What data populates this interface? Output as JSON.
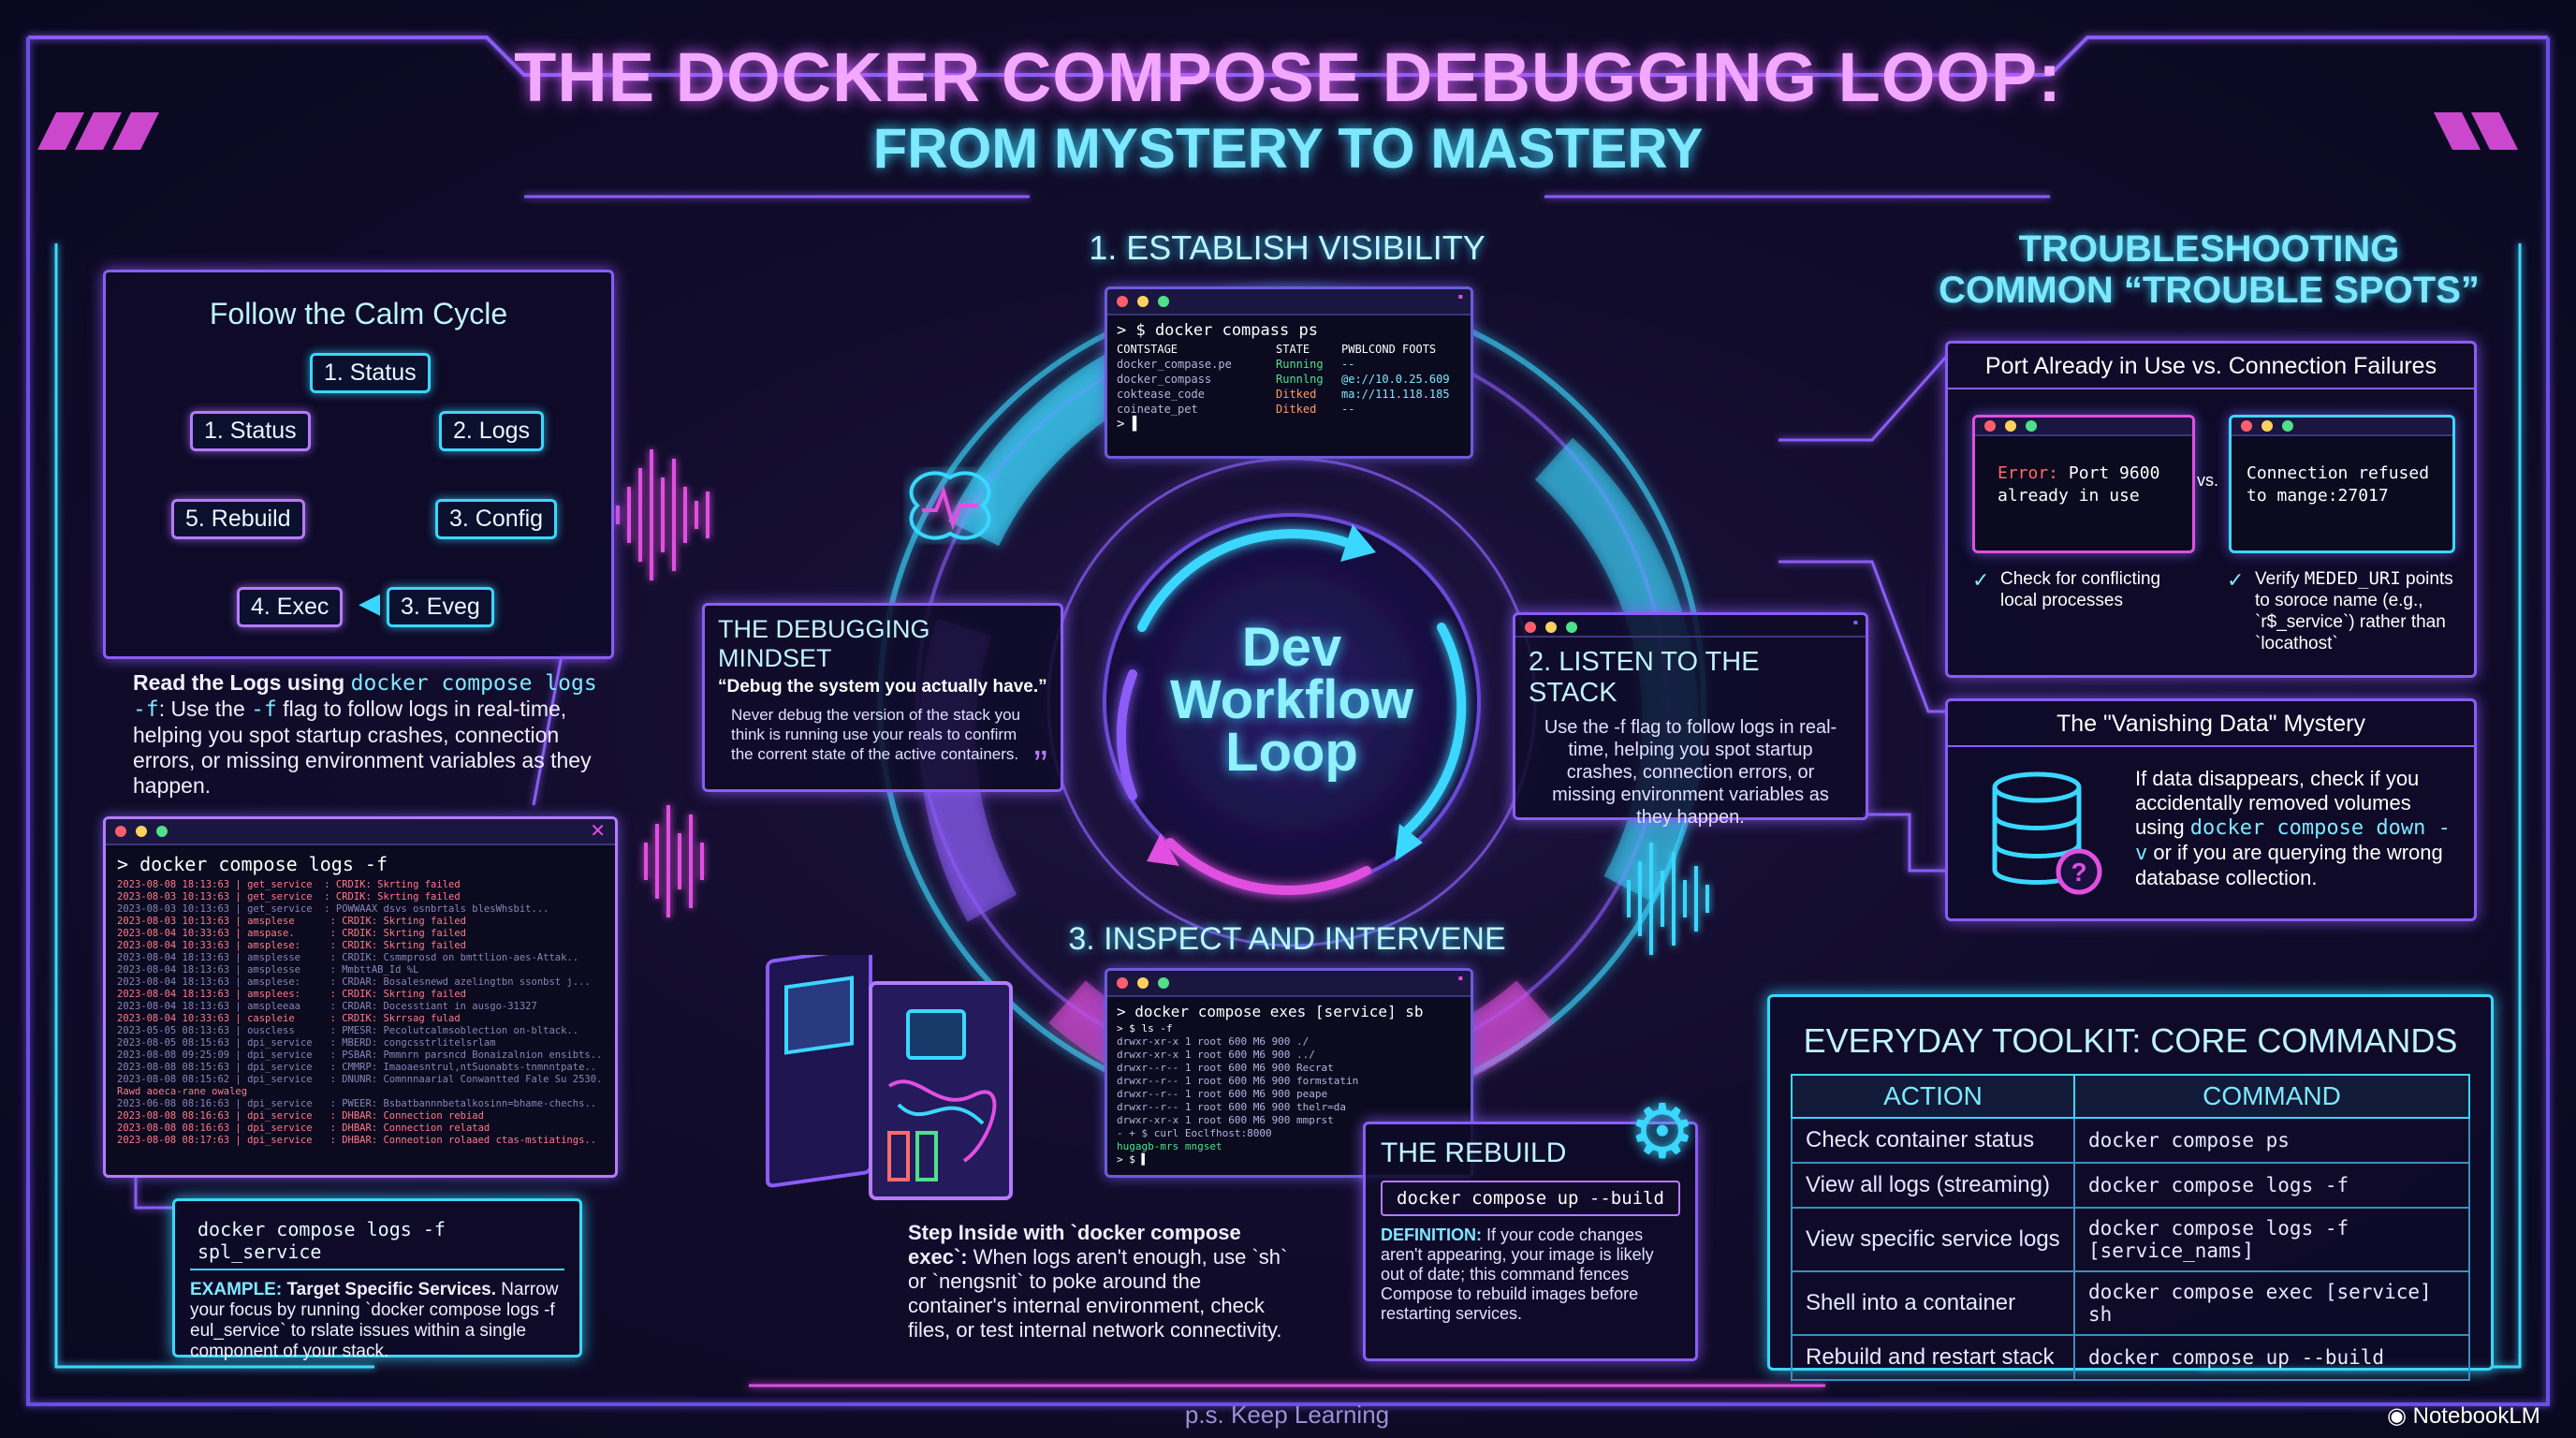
{
  "header": {
    "title_line1": "THE DOCKER COMPOSE DEBUGGING LOOP:",
    "title_line2": "FROM MYSTERY TO MASTERY"
  },
  "calm_cycle": {
    "title": "Follow the Calm Cycle",
    "steps": [
      "1. Status",
      "1. Status",
      "2. Logs",
      "5. Rebuild",
      "3. Config",
      "4. Exec",
      "3. Eveg"
    ]
  },
  "read_logs": {
    "lead": "Read the Logs",
    "using": " using ",
    "cmd": "docker compose logs -f",
    "colon": ":",
    "body_pre": "Use the ",
    "flag": "-f",
    "body_post": " flag to follow logs in real-time, helping you spot startup crashes, connection errors, or missing environment variables as they happen."
  },
  "logs_terminal": {
    "prompt": "> docker compose logs -f",
    "lines": [
      "2023-08-08 18:13:63 | get_service  : CRDIK: Skrting failed",
      "2023-08-03 10:13:63 | get_service  : CRDIK: Skrting failed",
      "2023-08-03 10:13:63 | get_service  : POWWAAX dsvs osnbrtals blesWhsbit...",
      "2023-08-03 10:13:63 | amsplese      : CRDIK: Skrting failed",
      "2023-08-04 10:33:63 | amspase.      : CRDIK: Skrting failed",
      "2023-08-04 10:33:63 | amsplese:     : CRDIK: Skrting failed",
      "2023-08-04 18:13:63 | amsplesse     : CRDIK: Csmmprosd on bmttlion-aes-Attak..",
      "2023-08-04 18:13:63 | amsplesse     : MmbttAB_Id %L",
      "2023-08-04 18:13:63 | amsplese:     : CRDAR: Bosalesnewd azelingtbn ssonbst j...",
      "2023-08-04 18:13:63 | amsplees:     : CRDIK: Skrting failed",
      "2023-08-04 18:13:63 | amspleeaa     : CRDAR: Docesstiant in ausgo-31327",
      "2023-08-04 10:33:63 | caspleie      : CRDIK: Skrrsag fulad",
      "2023-05-05 08:13:63 | ouscless      : PMESR: Pecolutcalmsoblection on-bltack..",
      "2023-08-05 08:15:63 | dpi_service   : MBERD: congcsstrlitelsrlam",
      "2023-08-08 09:25:09 | dpi_service   : PSBAR: Pmmnrn parsncd Bonaizalnion ensibts..",
      "2023-08-08 08:15:63 | dpi_service   : CMMRP: Imaoaesntrul,ntSuonabts-tnmnntpate..",
      "2023-08-08 08:15:62 | dpi_service   : DNUNR: Comnnnaarial Conwantted Fale Su 2530.",
      "Rawd aoeca-rane owaleg",
      "2023-06-08 08:16:63 | dpi_service   : PWEER: Bsbatbannnbetalkosinn=bhame-chechs..",
      "2023-08-08 08:16:63 | dpi_service   : DHBAR: Connection rebiad",
      "2023-08-08 08:16:63 | dpi_service   : DHBAR: Connection relatad",
      "2023-08-08 08:17:63 | dpi_service   : DHBAR: Conneotion rolaaed ctas-mstiatings.."
    ]
  },
  "example": {
    "cmd": "docker compose logs -f spl_service",
    "label": "EXAMPLE:",
    "title": " Target Specific Services.",
    "body": " Narrow your focus by running `docker compose logs -f eul_service` to rslate issues within a single component of your stack."
  },
  "step1": {
    "title": "1. ESTABLISH VISIBILITY",
    "prompt": "> $ docker compass ps",
    "headers": [
      "CONTSTAGE",
      "STATE",
      "PWBLCOND FOOTS"
    ],
    "rows": [
      [
        "docker_compase.pe",
        "Running",
        "--"
      ],
      [
        "docker_compass",
        "Runnlng",
        "@e://10.0.25.609"
      ],
      [
        "coktease_code",
        "Ditked",
        "ma://111.118.185"
      ],
      [
        "coineate_pet",
        "Ditked",
        "--"
      ]
    ],
    "cursor": "> ▌"
  },
  "mindset": {
    "title": "THE DEBUGGING MINDSET",
    "quote": "“Debug the system you actually have.”",
    "body": "Never debug the version of the stack you think is running use your reals to confirm the corrent state of the active containers.",
    "close_quote": "”"
  },
  "center": {
    "line1": "Dev",
    "line2": "Workflow",
    "line3": "Loop"
  },
  "step2": {
    "title": "2. LISTEN TO THE STACK",
    "body": "Use the -f flag to follow logs in real-time, helping you spot startup crashes, connection errors, or missing environment variables as they happen."
  },
  "step3": {
    "title": "3. INSPECT AND INTERVENE",
    "prompt": "> docker compose exes [service] sb",
    "lines": [
      "> $ ls -f",
      "drwxr-xr-x 1 root 600 M6 900 ./",
      "drwxr-xr-x 1 root 600 M6 900 ../",
      "drwxr--r-- 1 root 600 M6 900 Recrat",
      "drwxr--r-- 1 root 600 M6 900 formstatin",
      "drwxr--r-- 1 root 600 M6 900 peape",
      "drwxr--r-- 1 root 600 M6 900 thelr=da",
      "drwxr-xr-x 1 root 600 M6 900 mmprst",
      "- + $ curl Eoclfhost:8000",
      "hugagb-mrs mngset",
      "> $ ▌"
    ]
  },
  "step_inside": {
    "lead": "Step Inside with `docker compose exec`:",
    "body": " When logs aren't enough, use `sh` or `nengsnit` to poke around the container's internal environment, check files, or test internal network connectivity."
  },
  "rebuild": {
    "title": "THE REBUILD",
    "cmd": "docker compose up --build",
    "label": "DEFINITION:",
    "body": " If your code changes aren't appearing, your image is likely out of date; this command fences Compose to rebuild images before restarting services."
  },
  "troubleshooting": {
    "title_line1": "TROUBLESHOOTING",
    "title_line2": "COMMON “TROUBLE SPOTS”",
    "port": {
      "title": "Port Already in Use vs. Connection Failures",
      "err_label": "Error:",
      "err_text1": " Port 9600",
      "err_text2": "already in use",
      "vs": "vs.",
      "conn_text1": "Connection refused",
      "conn_text2": "to mange:27017",
      "check1": "Check for conflicting local processes",
      "check2_pre": "Verify ",
      "check2_var": "MEDED_URI",
      "check2_mid": " points to soroce name (e.g., `r$_service`) rather than `locathost`"
    },
    "vanishing": {
      "title": "The \"Vanishing Data\" Mystery",
      "body_pre": "If data disappears, check if you accidentally removed volumes using ",
      "cmd": "docker compose down -v",
      "body_post": " or if you are querying the wrong database collection."
    }
  },
  "toolkit": {
    "title": "EVERYDAY TOOLKIT: CORE COMMANDS",
    "col_action": "ACTION",
    "col_command": "COMMAND",
    "rows": [
      {
        "action": "Check container status",
        "command": "docker compose ps"
      },
      {
        "action": "View all logs (streaming)",
        "command": "docker compose logs -f"
      },
      {
        "action": "View specific service logs",
        "command": "docker compose logs -f [service_nams]"
      },
      {
        "action": "Shell into a container",
        "command": "docker compose exec [service] sh"
      },
      {
        "action": "Rebuild and restart stack",
        "command": "docker compose up --build"
      }
    ]
  },
  "footer": {
    "ps": "p.s. Keep Learning",
    "brand": "NotebookLM"
  },
  "colors": {
    "cyan": "#3ad7ff",
    "purple": "#8b5cf6",
    "pink": "#e04fe0",
    "error": "#ff6b6b"
  }
}
